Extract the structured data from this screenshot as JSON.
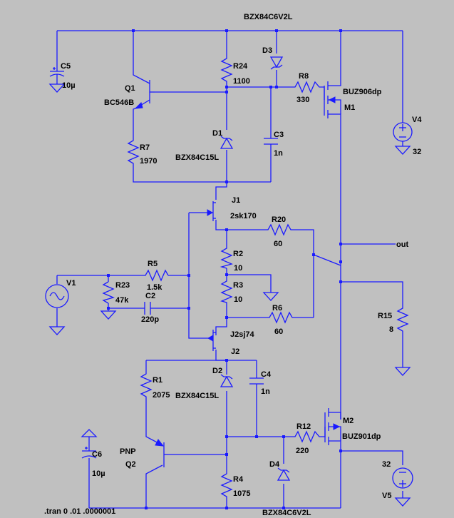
{
  "labels": {
    "d3_model": "BZX84C6V2L",
    "d3": "D3",
    "c5": "C5",
    "c5_val": "10µ",
    "q1": "Q1",
    "q1_model": "BC546B",
    "r24": "R24",
    "r24_val": "1100",
    "r8": "R8",
    "r8_val": "330",
    "m1_model": "BUZ906dp",
    "m1": "M1",
    "v4": "V4",
    "v4_val": "32",
    "r7": "R7",
    "r7_val": "1970",
    "d1": "D1",
    "d1_model": "BZX84C15L",
    "c3": "C3",
    "c3_val": "1n",
    "j1": "J1",
    "j1_model": "2sk170",
    "r20": "R20",
    "r20_val": "60",
    "out": "out",
    "r2": "R2",
    "r2_val": "10",
    "v1": "V1",
    "r23": "R23",
    "r23_val": "47k",
    "r5": "R5",
    "r5_val": "1.5k",
    "c2": "C2",
    "c2_val": "220p",
    "r3": "R3",
    "r3_val": "10",
    "r6": "R6",
    "r6_val": "60",
    "r15": "R15",
    "r15_val": "8",
    "j2_model": "J2sj74",
    "j2": "J2",
    "r1": "R1",
    "r1_val": "2075",
    "d2": "D2",
    "d2_model": "BZX84C15L",
    "c4": "C4",
    "c4_val": "1n",
    "m2": "M2",
    "m2_model": "BUZ901dp",
    "pnp": "PNP",
    "q2": "Q2",
    "r12": "R12",
    "r12_val": "220",
    "c6": "C6",
    "c6_val": "10µ",
    "v5_val": "32",
    "v5": "V5",
    "d4": "D4",
    "r4": "R4",
    "r4_val": "1075",
    "d4_model": "BZX84C6V2L",
    "tran": ".tran 0 .01 .0000001"
  },
  "colors": {
    "background": "#c0c0c0",
    "wire": "#1a1aff",
    "text": "#000000"
  }
}
